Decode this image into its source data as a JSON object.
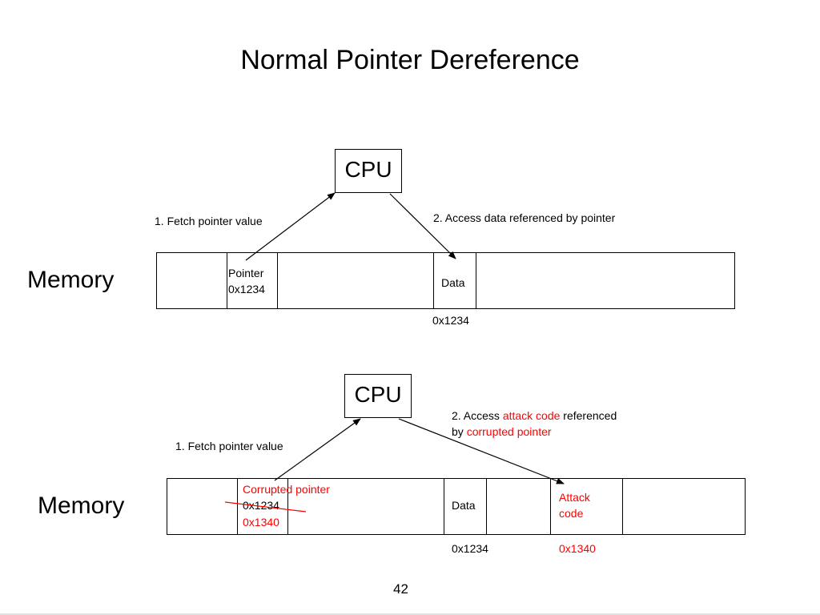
{
  "title": "Normal Pointer Dereference",
  "page_number": "42",
  "top": {
    "cpu_label": "CPU",
    "memory_label": "Memory",
    "step1": "1. Fetch pointer value",
    "step2": "2. Access data referenced by pointer",
    "pointer_label": "Pointer",
    "pointer_value": "0x1234",
    "data_label": "Data",
    "data_address": "0x1234"
  },
  "bottom": {
    "cpu_label": "CPU",
    "memory_label": "Memory",
    "step1": "1. Fetch pointer value",
    "step2_prefix": "2. Access ",
    "step2_highlight1": "attack code",
    "step2_mid": " referenced",
    "step2_line2_prefix": " by ",
    "step2_highlight2": "corrupted pointer",
    "corrupted_label": "Corrupted pointer",
    "old_value": "0x1234",
    "new_value": "0x1340",
    "data_label": "Data",
    "attack_line1": "Attack",
    "attack_line2": "code",
    "data_address": "0x1234",
    "attack_address": "0x1340"
  },
  "colors": {
    "highlight": "#ff0000",
    "line": "#000000"
  }
}
